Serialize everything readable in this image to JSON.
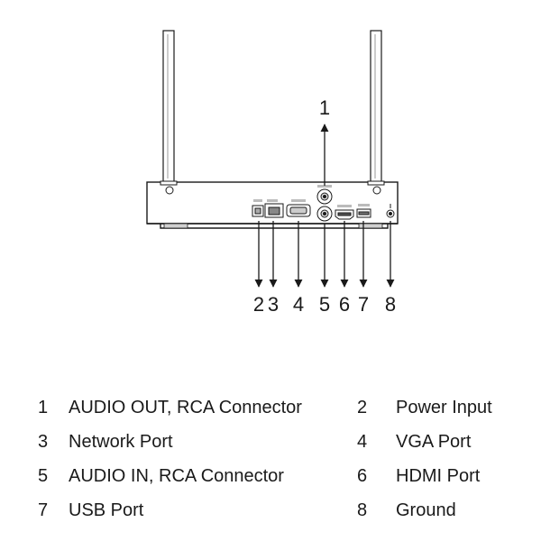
{
  "callouts": {
    "n1": "1",
    "n2": "2",
    "n3": "3",
    "n4": "4",
    "n5": "5",
    "n6": "6",
    "n7": "7",
    "n8": "8"
  },
  "legend": [
    {
      "num": "1",
      "label": "AUDIO OUT, RCA Connector"
    },
    {
      "num": "2",
      "label": "Power Input"
    },
    {
      "num": "3",
      "label": "Network Port"
    },
    {
      "num": "4",
      "label": "VGA Port"
    },
    {
      "num": "5",
      "label": "AUDIO IN, RCA Connector"
    },
    {
      "num": "6",
      "label": "HDMI Port"
    },
    {
      "num": "7",
      "label": "USB Port"
    },
    {
      "num": "8",
      "label": "Ground"
    }
  ],
  "colors": {
    "line": "#1a1a1a",
    "panel": "#ffffff",
    "shade": "#c8c8c8"
  }
}
